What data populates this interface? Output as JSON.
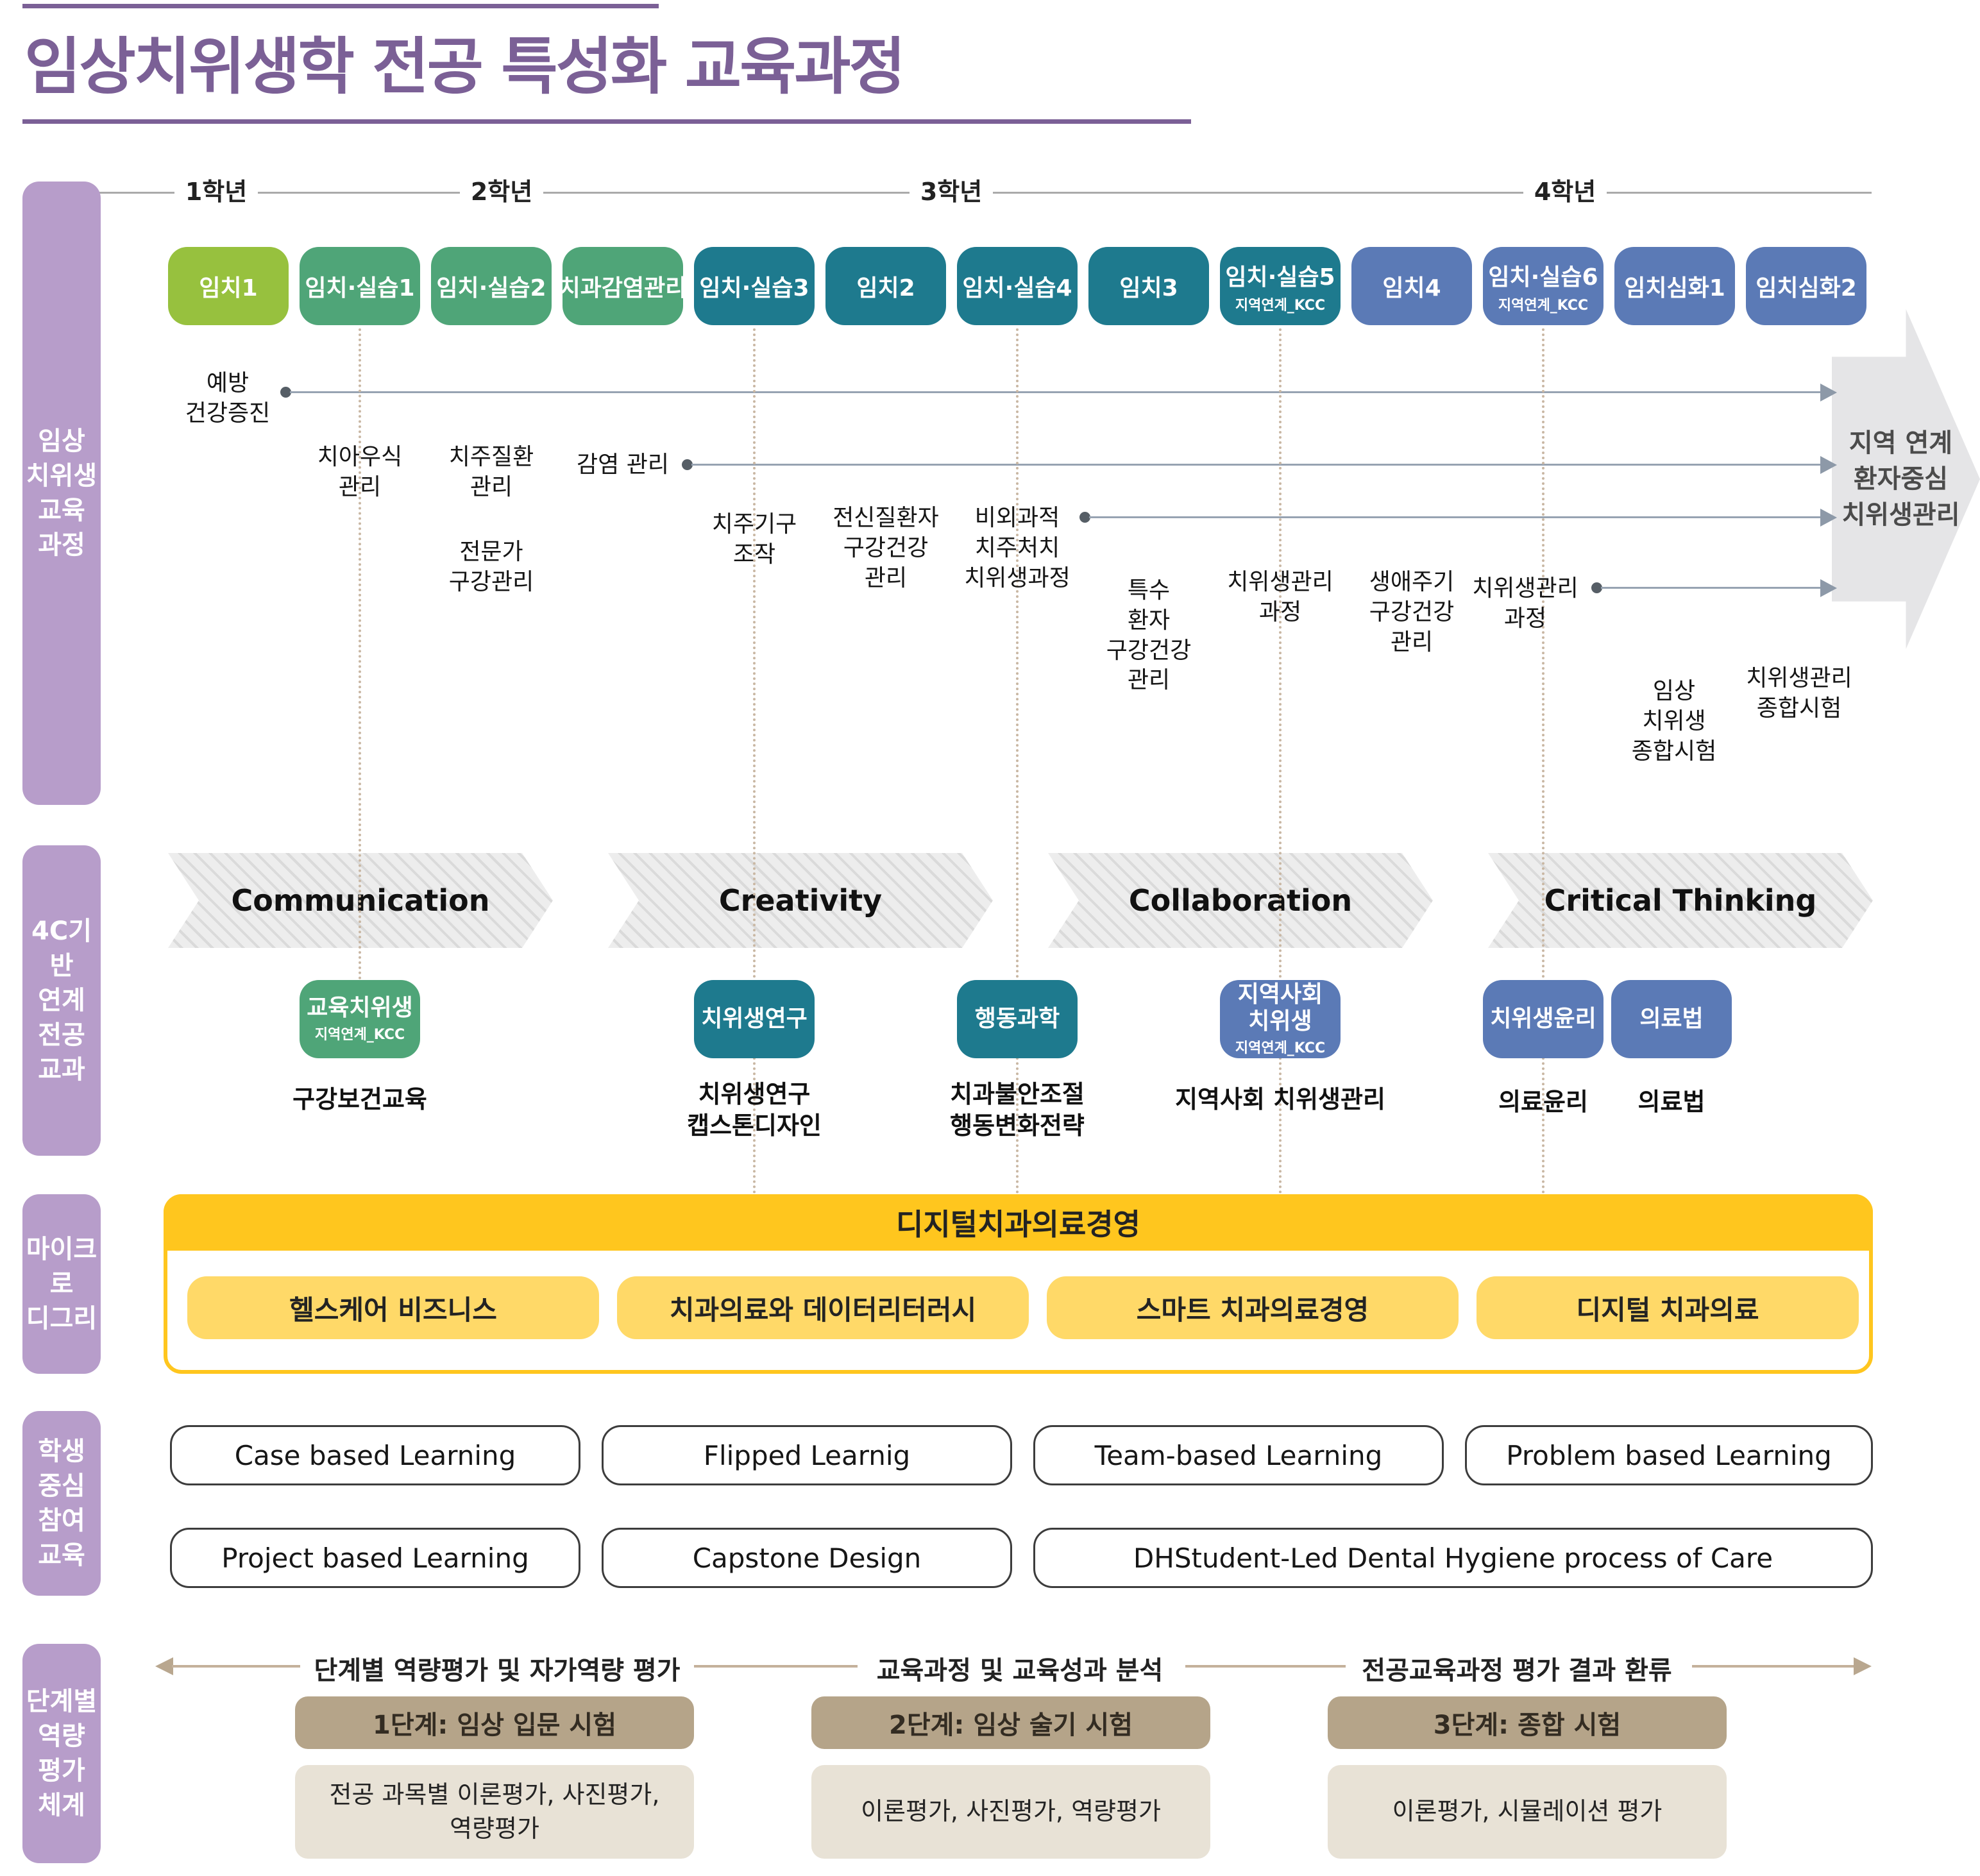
{
  "title": {
    "text": "임상치위생학 전공 특성화 교육과정"
  },
  "sidebar": {
    "items": [
      {
        "label": "임상\n치위생\n교육\n과정"
      },
      {
        "label": "4C기반\n연계\n전공\n교과"
      },
      {
        "label": "마이크로\n디그리"
      },
      {
        "label": "학생\n중심\n참여\n교육"
      },
      {
        "label": "단계별\n역량\n평가\n체계"
      }
    ]
  },
  "timeline": {
    "years": [
      "1학년",
      "2학년",
      "3학년",
      "4학년"
    ]
  },
  "courses": [
    {
      "label": "임치1",
      "color": "lime"
    },
    {
      "label": "임치·실습1",
      "color": "green"
    },
    {
      "label": "임치·실습2",
      "color": "green"
    },
    {
      "label": "치과감염관리",
      "color": "green"
    },
    {
      "label": "임치·실습3",
      "color": "teal"
    },
    {
      "label": "임치2",
      "color": "teal"
    },
    {
      "label": "임치·실습4",
      "color": "teal"
    },
    {
      "label": "임치3",
      "color": "teal"
    },
    {
      "label": "임치·실습5",
      "sub": "지역연계_KCC",
      "color": "teal"
    },
    {
      "label": "임치4",
      "color": "blue"
    },
    {
      "label": "임치·실습6",
      "sub": "지역연계_KCC",
      "color": "blue"
    },
    {
      "label": "임치심화1",
      "color": "blue"
    },
    {
      "label": "임치심화2",
      "color": "blue"
    }
  ],
  "clinical": {
    "notes": [
      "예방\n건강증진",
      "치아우식\n관리",
      "치주질환\n관리",
      "감염 관리",
      "전문가\n구강관리",
      "치주기구\n조작",
      "전신질환자\n구강건강\n관리",
      "비외과적\n치주처치\n치위생과정",
      "특수\n환자\n구강건강\n관리",
      "치위생관리\n과정",
      "생애주기\n구강건강\n관리",
      "치위생관리\n과정",
      "임상\n치위생\n종합시험",
      "치위생관리\n종합시험"
    ],
    "big_arrow": "지역 연계\n환자중심\n치위생관리"
  },
  "fourc": {
    "chevrons": [
      "Communication",
      "Creativity",
      "Collaboration",
      "Critical Thinking"
    ],
    "subjects": [
      {
        "label": "교육치위생",
        "sub": "지역연계_KCC",
        "color": "green"
      },
      {
        "label": "치위생연구",
        "color": "teal"
      },
      {
        "label": "행동과학",
        "color": "teal"
      },
      {
        "label": "지역사회\n치위생",
        "sub": "지역연계_KCC",
        "color": "blue"
      },
      {
        "label": "치위생윤리",
        "color": "blue"
      },
      {
        "label": "의료법",
        "color": "blue"
      }
    ],
    "sublabels": [
      "구강보건교육",
      "치위생연구\n캡스톤디자인",
      "치과불안조절\n행동변화전략",
      "지역사회 치위생관리",
      "의료윤리",
      "의료법"
    ]
  },
  "micro": {
    "header": "디지털치과의료경영",
    "items": [
      "헬스케어 비즈니스",
      "치과의료와 데이터리터러시",
      "스마트 치과의료경영",
      "디지털 치과의료"
    ]
  },
  "learning": {
    "items": [
      "Case based Learning",
      "Flipped Learnig",
      "Team-based Learning",
      "Problem based Learning",
      "Project based Learning",
      "Capstone Design",
      "DHStudent-Led Dental Hygiene process of Care"
    ]
  },
  "evaluation": {
    "axis": [
      "단계별 역량평가 및 자가역량 평가",
      "교육과정 및 교육성과 분석",
      "전공교육과정 평가 결과 환류"
    ],
    "columns": [
      {
        "header": "1단계: 임상 입문 시험",
        "body": "전공 과목별 이론평가, 사진평가,\n역량평가"
      },
      {
        "header": "2단계: 임상 술기 시험",
        "body": "이론평가, 사진평가, 역량평가"
      },
      {
        "header": "3단계: 종합 시험",
        "body": "이론평가, 시뮬레이션 평가"
      }
    ]
  },
  "colors": {
    "title_purple": "#7b6096",
    "sidebar_purple": "#b79dca",
    "lime": "#97c13e",
    "green": "#4fa578",
    "teal": "#1e7a8e",
    "blue": "#5b7ab6",
    "yellow": "#ffc61e",
    "light_yellow": "#ffd968",
    "tan": "#b5a489",
    "light_tan": "#e8e2d6",
    "arrow_gray": "#e5e5e7"
  }
}
